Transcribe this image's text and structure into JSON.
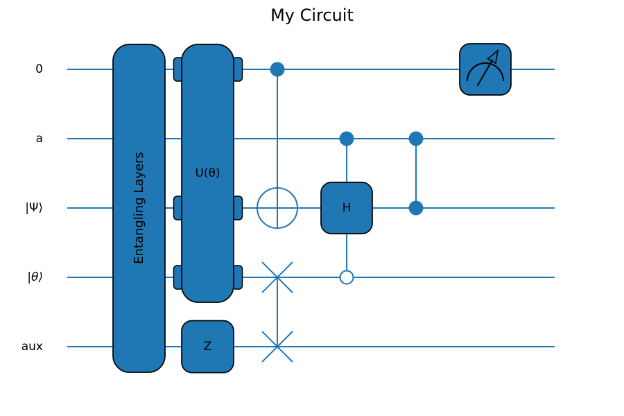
{
  "figure": {
    "title": "My Circuit"
  },
  "colors": {
    "primary": "#1f77b4",
    "box_outline": "#000000",
    "text": "#000000",
    "background": "#ffffff"
  },
  "wires": [
    {
      "label": "0"
    },
    {
      "label": "a"
    },
    {
      "label": "|Ψ⟩"
    },
    {
      "label": "|θ⟩"
    },
    {
      "label": "aux"
    }
  ],
  "gates": {
    "entangling_layers": {
      "label": "Entangling Layers",
      "wires": [
        "0",
        "a",
        "|Ψ⟩",
        "|θ⟩",
        "aux"
      ]
    },
    "u_theta": {
      "label": "U(θ)",
      "active_wires": [
        "0",
        "|Ψ⟩",
        "|θ⟩"
      ]
    },
    "z_gate": {
      "label": "Z",
      "wires": [
        "aux"
      ]
    },
    "cnot": {
      "type": "CNOT",
      "control": "0",
      "target": "|Ψ⟩"
    },
    "swap": {
      "type": "SWAP",
      "wires": [
        "|θ⟩",
        "aux"
      ]
    },
    "controlled_h": {
      "label": "H",
      "target": "|Ψ⟩",
      "control_filled": "a",
      "control_open": "|θ⟩"
    },
    "cz": {
      "type": "CZ",
      "controls": [
        "a",
        "|Ψ⟩"
      ]
    },
    "measurement": {
      "type": "measure",
      "wire": "0"
    }
  }
}
